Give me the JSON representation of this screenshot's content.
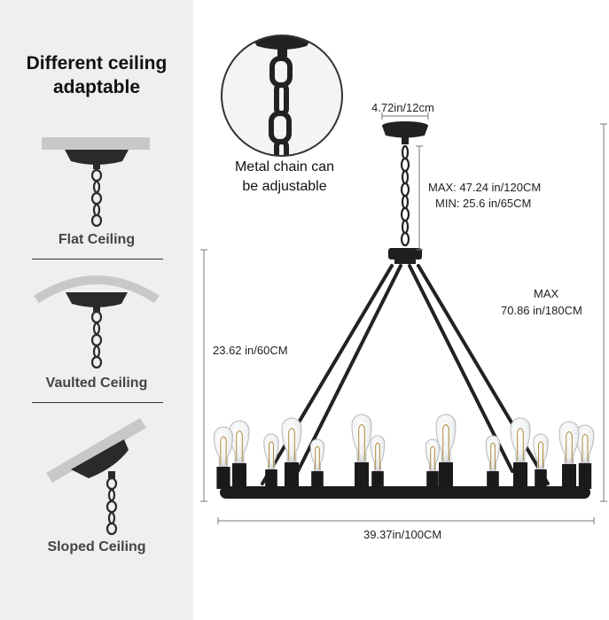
{
  "sidebar": {
    "title_line1": "Different ceiling",
    "title_line2": "adaptable",
    "items": [
      {
        "label": "Flat Ceiling"
      },
      {
        "label": "Vaulted Ceiling"
      },
      {
        "label": "Sloped Ceiling"
      }
    ]
  },
  "detail": {
    "caption_line1": "Metal chain can",
    "caption_line2": "be adjustable"
  },
  "dimensions": {
    "canopy": "4.72in/12cm",
    "chain_max": "MAX: 47.24 in/120CM",
    "chain_min": "MIN: 25.6 in/65CM",
    "total_label": "MAX",
    "total_value": "70.86 in/180CM",
    "body_height": "23.62 in/60CM",
    "diameter": "39.37in/100CM"
  },
  "colors": {
    "sidebar_bg": "#efefef",
    "fixture": "#1c1c1c",
    "ceiling": "#c8c8c8"
  }
}
